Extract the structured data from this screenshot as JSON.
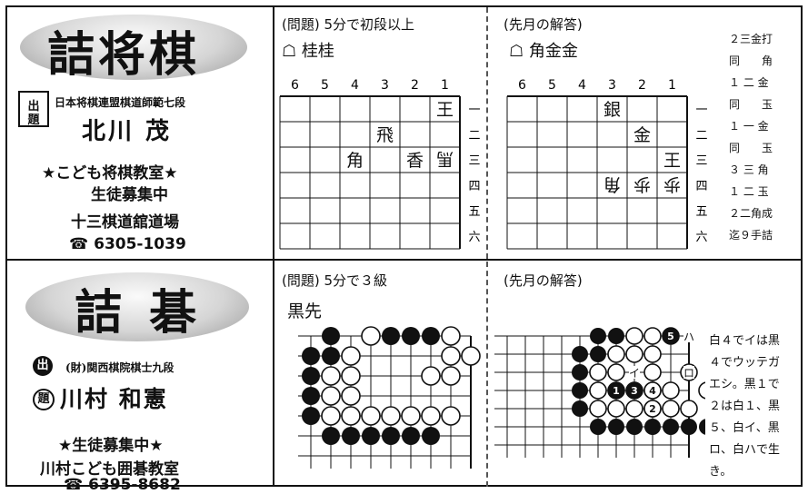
{
  "shogi": {
    "title": "詰将棋",
    "author_rank": "日本将棋連盟棋道師範七段",
    "author_name": "北川 茂",
    "badge_top": "出",
    "badge_bottom": "題",
    "school": "★こども将棋教室★",
    "recruit": "生徒募集中",
    "venue": "十三棋道舘道場",
    "phone": "6305-1039",
    "phone_icon": "phone-icon",
    "problem": {
      "heading": "(問題) 5分で初段以上",
      "hand": "桂桂",
      "col_labels": [
        "6",
        "5",
        "4",
        "3",
        "2",
        "1"
      ],
      "row_labels": [
        "一",
        "二",
        "三",
        "四",
        "五",
        "六"
      ],
      "pieces": [
        {
          "file": 1,
          "rank": 1,
          "kanji": "王",
          "side": "sente"
        },
        {
          "file": 3,
          "rank": 2,
          "kanji": "飛",
          "side": "sente"
        },
        {
          "file": 4,
          "rank": 3,
          "kanji": "角",
          "side": "sente"
        },
        {
          "file": 2,
          "rank": 3,
          "kanji": "香",
          "side": "sente"
        },
        {
          "file": 1,
          "rank": 3,
          "kanji": "馬",
          "side": "gote"
        }
      ]
    },
    "answer": {
      "heading": "(先月の解答)",
      "hand": "角金金",
      "col_labels": [
        "6",
        "5",
        "4",
        "3",
        "2",
        "1"
      ],
      "row_labels": [
        "一",
        "二",
        "三",
        "四",
        "五",
        "六"
      ],
      "pieces": [
        {
          "file": 3,
          "rank": 1,
          "kanji": "銀",
          "side": "sente"
        },
        {
          "file": 2,
          "rank": 2,
          "kanji": "金",
          "side": "sente"
        },
        {
          "file": 1,
          "rank": 3,
          "kanji": "王",
          "side": "sente"
        },
        {
          "file": 3,
          "rank": 4,
          "kanji": "角",
          "side": "gote"
        },
        {
          "file": 2,
          "rank": 4,
          "kanji": "歩",
          "side": "gote"
        },
        {
          "file": 1,
          "rank": 4,
          "kanji": "歩",
          "side": "gote"
        }
      ],
      "moves": [
        "２三金打",
        "同　　角",
        "１ 二 金",
        "同　　玉",
        "１ 一 金",
        "同　　玉",
        "３ 三 角",
        "１ 二 玉",
        "２二角成",
        "迄９手詰"
      ]
    }
  },
  "go": {
    "title": "詰 碁",
    "badge_top": "出",
    "badge_bottom": "題",
    "author_rank": "(財)関西棋院棋士九段",
    "author_name": "川村 和憲",
    "recruit": "★生徒募集中★",
    "school": "川村こども囲碁教室",
    "phone": "6395-8682",
    "problem": {
      "heading": "(問題) 5分で３級",
      "to_play": "黒先",
      "black": [
        [
          0,
          1
        ],
        [
          0,
          4
        ],
        [
          0,
          5
        ],
        [
          0,
          6
        ],
        [
          1,
          0
        ],
        [
          1,
          1
        ],
        [
          2,
          0
        ],
        [
          3,
          0
        ],
        [
          4,
          0
        ],
        [
          5,
          1
        ],
        [
          5,
          2
        ],
        [
          5,
          3
        ],
        [
          5,
          4
        ],
        [
          5,
          5
        ],
        [
          5,
          6
        ]
      ],
      "white": [
        [
          0,
          3
        ],
        [
          1,
          2
        ],
        [
          1,
          7
        ],
        [
          1,
          8
        ],
        [
          2,
          1
        ],
        [
          2,
          2
        ],
        [
          2,
          6
        ],
        [
          3,
          1
        ],
        [
          3,
          2
        ],
        [
          4,
          1
        ],
        [
          4,
          2
        ],
        [
          4,
          3
        ],
        [
          4,
          4
        ],
        [
          4,
          5
        ],
        [
          4,
          6
        ],
        [
          4,
          7
        ],
        [
          0,
          7
        ],
        [
          2,
          7
        ]
      ]
    },
    "answer": {
      "heading": "(先月の解答)",
      "black": [
        [
          0,
          5
        ],
        [
          0,
          6
        ],
        [
          1,
          4
        ],
        [
          1,
          5
        ],
        [
          2,
          4
        ],
        [
          3,
          4
        ],
        [
          4,
          4
        ],
        [
          5,
          5
        ],
        [
          5,
          6
        ],
        [
          5,
          7
        ],
        [
          5,
          8
        ],
        [
          5,
          9
        ],
        [
          5,
          10
        ],
        [
          5,
          11
        ]
      ],
      "white": [
        [
          0,
          7
        ],
        [
          1,
          6
        ],
        [
          1,
          7
        ],
        [
          2,
          5
        ],
        [
          2,
          6
        ],
        [
          3,
          5
        ],
        [
          4,
          5
        ],
        [
          4,
          6
        ],
        [
          4,
          7
        ],
        [
          4,
          8
        ],
        [
          4,
          9
        ],
        [
          4,
          10
        ],
        [
          1,
          8
        ],
        [
          2,
          8
        ],
        [
          3,
          8
        ],
        [
          3,
          9
        ],
        [
          0,
          8
        ],
        [
          2,
          10
        ],
        [
          3,
          11
        ]
      ],
      "numbered": [
        {
          "row": 0,
          "col": 9,
          "num": "5",
          "color": "black"
        },
        {
          "row": 3,
          "col": 6,
          "num": "1",
          "color": "black"
        },
        {
          "row": 3,
          "col": 7,
          "num": "3",
          "color": "black"
        },
        {
          "row": 3,
          "col": 8,
          "num": "4",
          "color": "white"
        },
        {
          "row": 4,
          "col": 8,
          "num": "2",
          "color": "white"
        }
      ],
      "markers": [
        {
          "row": 0,
          "col": 10,
          "label": "ハ"
        },
        {
          "row": 2,
          "col": 7,
          "label": "イ"
        },
        {
          "row": 2,
          "col": 10,
          "label": "ロ"
        }
      ],
      "explanation": [
        "白４でイは黒",
        "４でウッテガ",
        "エシ。黒１で",
        "２は白１、黒",
        "５、白イ、黒",
        "ロ、白ハで生",
        "き。"
      ]
    }
  }
}
